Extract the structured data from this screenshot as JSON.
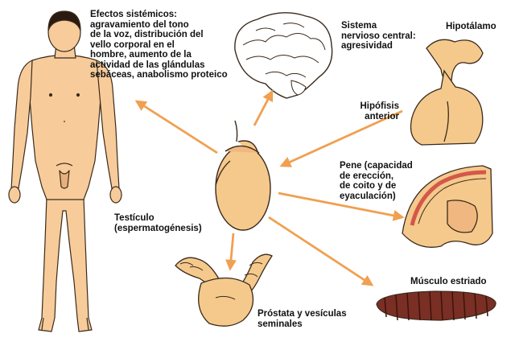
{
  "colors": {
    "skin": "#f7cc9a",
    "organ": "#f5c98c",
    "outline": "#3a2a1c",
    "arrow": "#f0a050",
    "muscle": "#7a2f24",
    "muscle_stripe": "#3d120c",
    "penis_red": "#d4584a"
  },
  "labels": {
    "systemic": "Efectos sistémicos:\nagravamiento del tono\nde la voz, distribución del\nvello corporal en el\nhombre, aumento de la\nactividad de las glándulas\nsebáceas, anabolismo proteico",
    "nervous": "Sistema\nnervioso central:\nagresividad",
    "hypothalamus": "Hipotálamo",
    "pituitary": "Hipófisis\nanterior",
    "penis": "Pene  (capacidad\nde erección,\nde coito y de\neyaculación)",
    "testis": "Testículo\n(espermatogénesis)",
    "prostate": "Próstata y vesículas\nseminales",
    "muscle": "Músculo estriado"
  }
}
